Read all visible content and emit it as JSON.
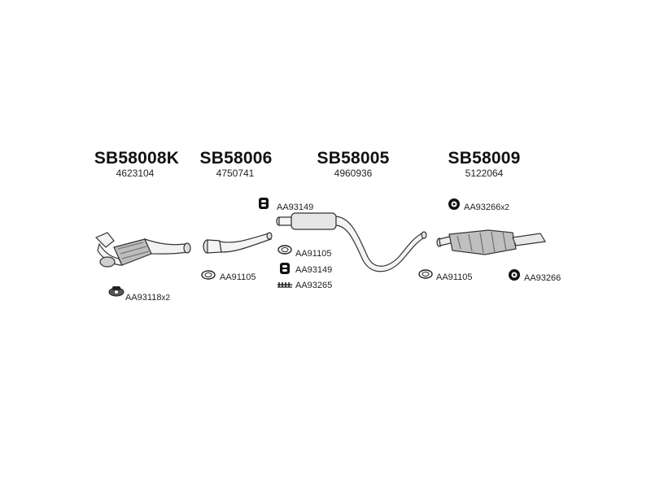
{
  "parts": [
    {
      "code": "SB58008K",
      "oem": "4623104"
    },
    {
      "code": "SB58006",
      "oem": "4750741"
    },
    {
      "code": "SB58005",
      "oem": "4960936"
    },
    {
      "code": "SB58009",
      "oem": "5122064"
    }
  ],
  "accessories": [
    {
      "code": "AA93118",
      "qty": "x2",
      "icon": "clamp-icon"
    },
    {
      "code": "AA91105",
      "qty": "",
      "icon": "gasket-ring-icon"
    },
    {
      "code": "AA93149",
      "qty": "",
      "icon": "rubber-hanger-icon"
    },
    {
      "code": "AA91105",
      "qty": "",
      "icon": "gasket-ring-icon"
    },
    {
      "code": "AA93149",
      "qty": "",
      "icon": "rubber-hanger-icon"
    },
    {
      "code": "AA93265",
      "qty": "",
      "icon": "spring-clip-icon"
    },
    {
      "code": "AA93266",
      "qty": "x2",
      "icon": "rubber-mount-icon"
    },
    {
      "code": "AA91105",
      "qty": "",
      "icon": "gasket-ring-icon"
    },
    {
      "code": "AA93266",
      "qty": "",
      "icon": "rubber-mount-icon"
    }
  ]
}
